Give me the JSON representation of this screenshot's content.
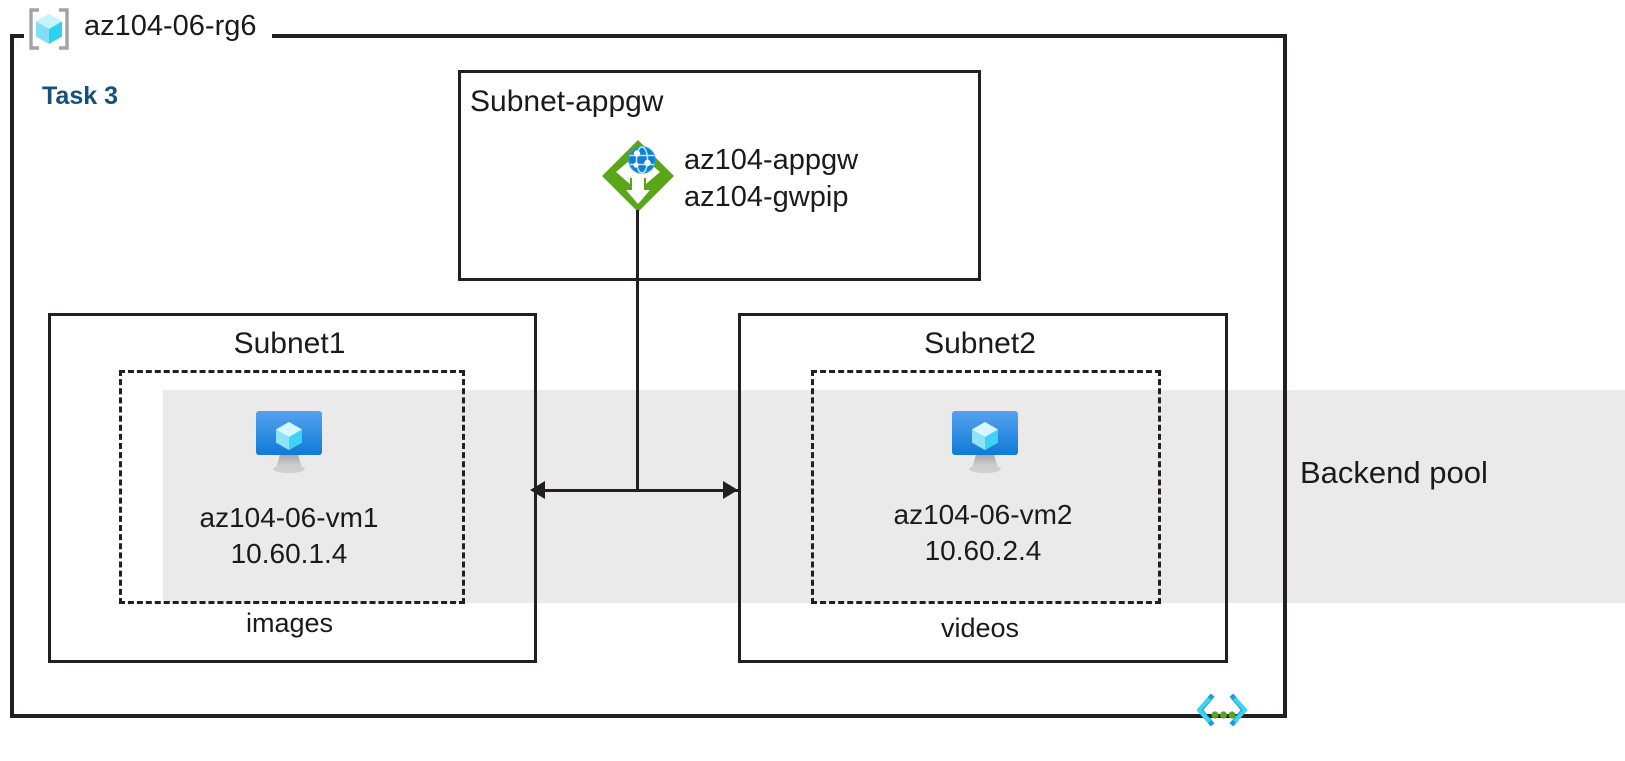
{
  "resource_group": {
    "name": "az104-06-rg6",
    "icon": "resource-group-cube-icon"
  },
  "task": {
    "label": "Task 3",
    "color": "#14507d"
  },
  "subnets": [
    {
      "id": "subnet-appgw",
      "title": "Subnet-appgw",
      "resource": {
        "icon": "application-gateway-icon",
        "line1": "az104-appgw",
        "line2": "az104-gwpip"
      }
    },
    {
      "id": "subnet1",
      "title": "Subnet1",
      "vm": {
        "icon": "virtual-machine-icon",
        "name": "az104-06-vm1",
        "ip": "10.60.1.4"
      },
      "storage": "images"
    },
    {
      "id": "subnet2",
      "title": "Subnet2",
      "vm": {
        "icon": "virtual-machine-icon",
        "name": "az104-06-vm2",
        "ip": "10.60.2.4"
      },
      "storage": "videos"
    }
  ],
  "backend_pool": {
    "label": "Backend pool",
    "band_color": "#eaeaea"
  },
  "footer": {
    "icon": "code-brackets-icon"
  },
  "colors": {
    "line": "#231f20",
    "accent_blue": "#14507d",
    "appgw_green": "#59a618",
    "vm_blue": "#1f8bea",
    "cube_cyan": "#50e6ff"
  }
}
